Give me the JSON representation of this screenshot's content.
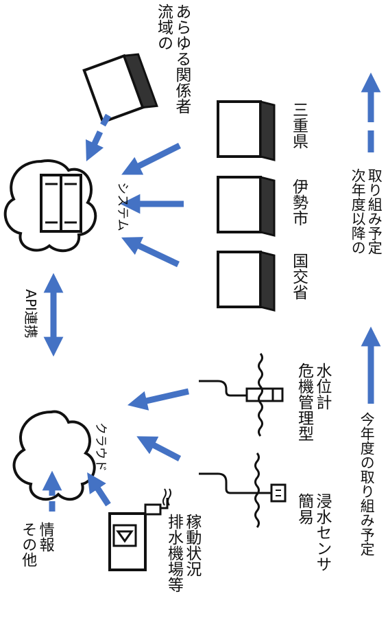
{
  "colors": {
    "arrow": "#4472c4",
    "line": "#111111",
    "background": "#ffffff"
  },
  "nodes": {
    "cloud_top": {
      "label": "クラウド",
      "icon": "cloud-icon"
    },
    "cloud_bottom": {
      "label": "システム",
      "icon": "cloud-server-icon"
    },
    "api_link": {
      "label": "API連携"
    },
    "other_info": {
      "line1": "その他",
      "line2": "情報"
    },
    "pump_station": {
      "line1": "排水機場等",
      "line2": "稼動状況",
      "icon": "pump-station-icon"
    },
    "simple_sensor": {
      "line1": "簡易",
      "line2": "浸水センサ",
      "icon": "water-sensor-icon"
    },
    "crisis_gauge": {
      "line1": "危機管理型",
      "line2": "水位計",
      "icon": "water-gauge-icon"
    },
    "mlit": {
      "label": "国交省",
      "icon": "laptop-icon"
    },
    "ise_city": {
      "label": "伊勢市",
      "icon": "laptop-icon"
    },
    "mie_pref": {
      "label": "三重県",
      "icon": "laptop-icon"
    },
    "stakeholders": {
      "line1": "流域の",
      "line2": "あらゆる関係者",
      "icon": "laptop-icon"
    }
  },
  "legend": {
    "this_year": "今年度の取り組み予定",
    "next_year_line1": "次年度以降の",
    "next_year_line2": "取り組み予定"
  }
}
